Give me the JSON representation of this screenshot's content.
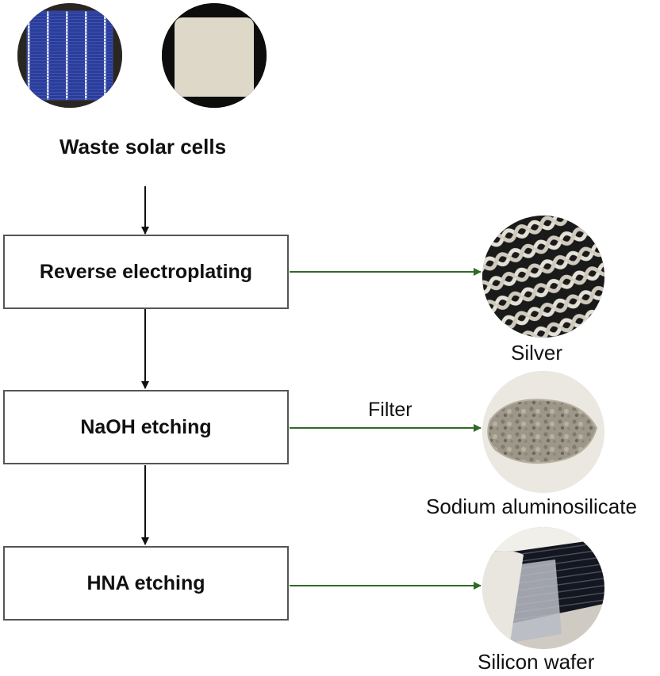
{
  "input": {
    "label": "Waste solar cells"
  },
  "steps": [
    {
      "label": "Reverse electroplating"
    },
    {
      "label": "NaOH etching"
    },
    {
      "label": "HNA etching"
    }
  ],
  "edge_labels": {
    "naoh_filter": "Filter"
  },
  "products": [
    {
      "label": "Silver"
    },
    {
      "label": "Sodium aluminosilicate"
    },
    {
      "label": "Silicon wafer"
    }
  ],
  "colors": {
    "vertical_arrow": "#111111",
    "product_arrow": "#2f6a28",
    "box_border": "#555555"
  }
}
